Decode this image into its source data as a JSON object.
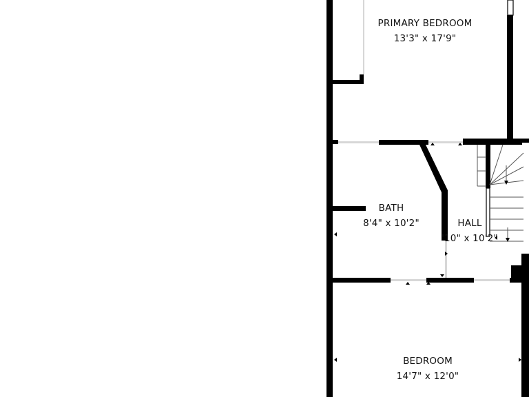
{
  "colors": {
    "wall": "#000000",
    "background": "#ffffff",
    "text": "#111111",
    "door": "#d7d7d7"
  },
  "rooms": {
    "primary_bedroom": {
      "name": "PRIMARY BEDROOM",
      "dims": "13'3\" x 17'9\""
    },
    "bath": {
      "name": "BATH",
      "dims": "8'4\" x 10'2\""
    },
    "hall": {
      "name": "HALL",
      "dims": "'10\" x 10'2\""
    },
    "bedroom": {
      "name": "BEDROOM",
      "dims": "14'7\" x 12'0\""
    }
  }
}
